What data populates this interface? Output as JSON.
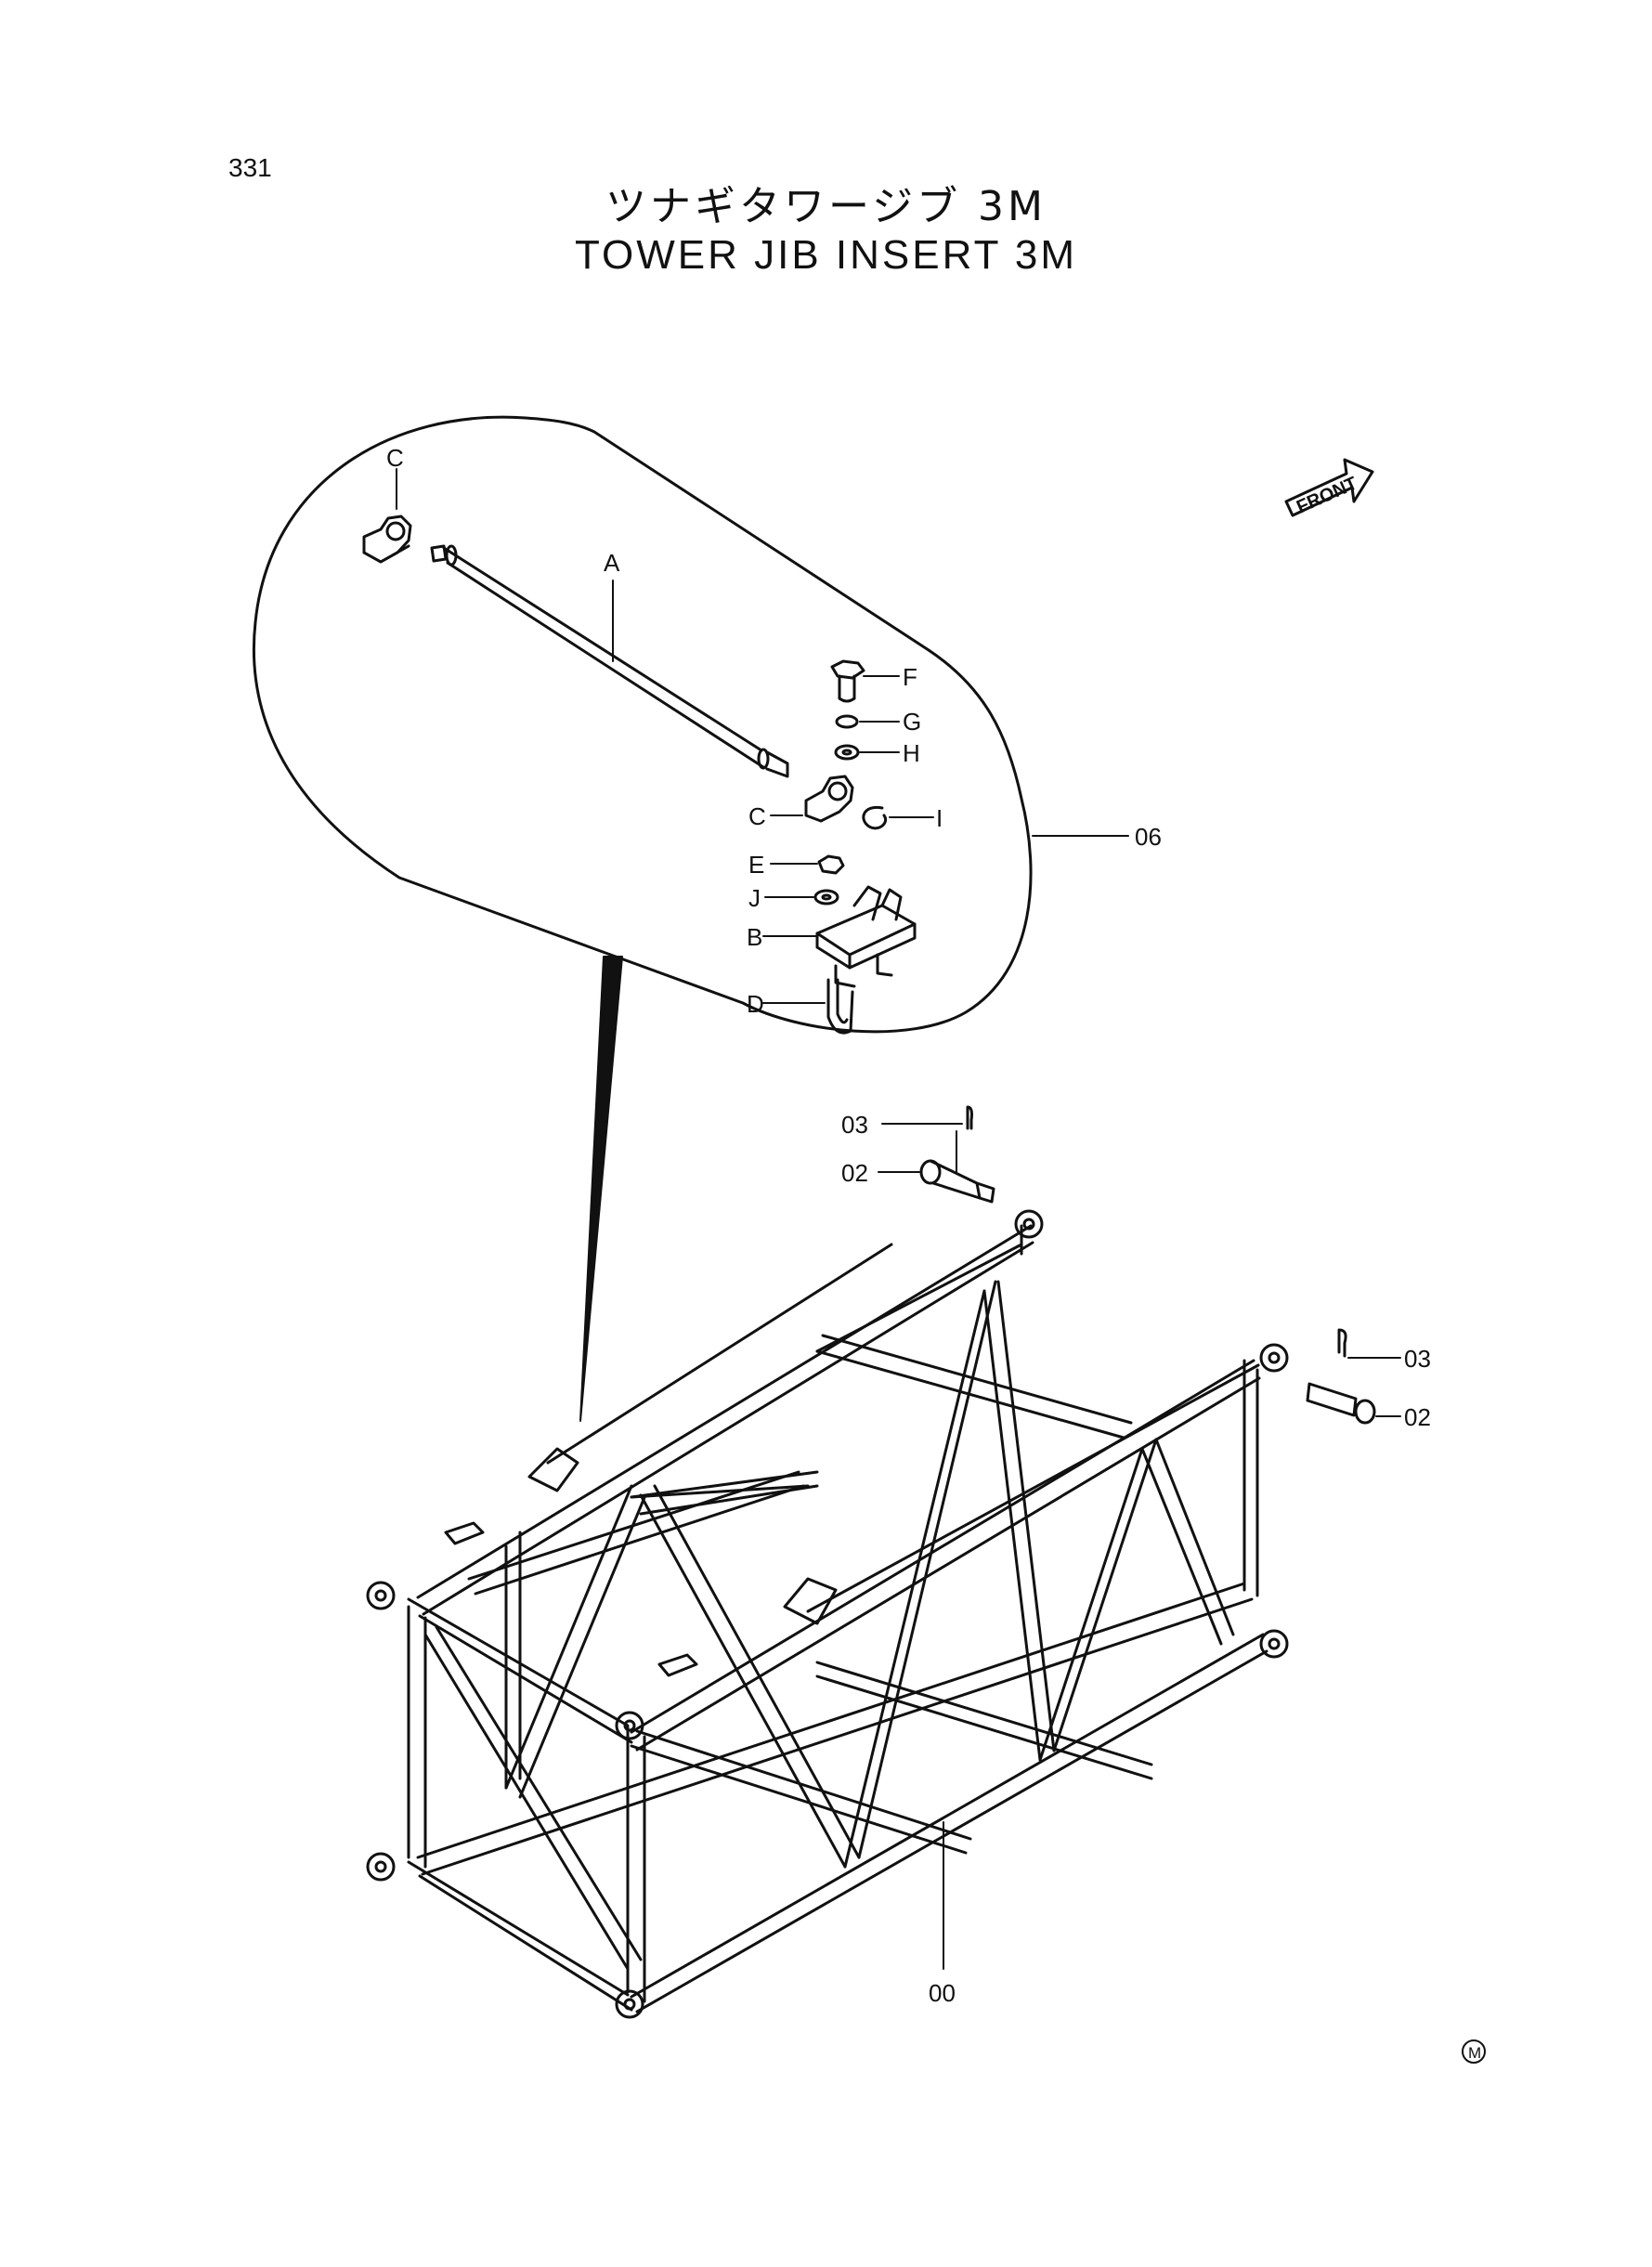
{
  "page_number": "331",
  "title_jp": "ツナギタワージブ 3M",
  "title_en": "TOWER JIB INSERT 3M",
  "front_label": "FRONT",
  "mark": "M",
  "part_labels": {
    "c_top": "C",
    "a": "A",
    "f": "F",
    "g": "G",
    "h": "H",
    "c_mid": "C",
    "i": "I",
    "e": "E",
    "j": "J",
    "b": "B",
    "d": "D",
    "p06": "06",
    "p03_top": "03",
    "p02_top": "02",
    "p03_right": "03",
    "p02_right": "02",
    "p00": "00"
  }
}
